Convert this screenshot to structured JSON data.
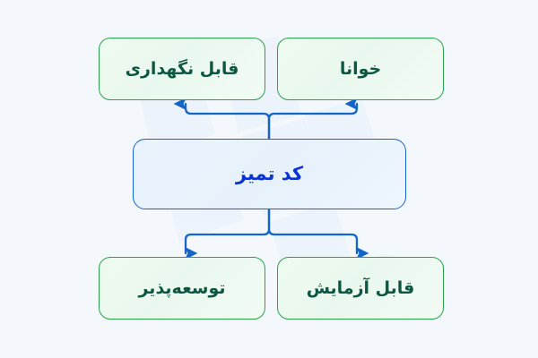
{
  "diagram": {
    "title": "کد تمیز",
    "direction": "rtl",
    "background_color": "#f4f8fc",
    "accent_blue": "#0a33d6",
    "accent_green": "#0d5742",
    "connector_color": "#1565c8",
    "nodes": [
      {
        "id": "maintainable",
        "label": "قابل نگهداری",
        "role": "attribute",
        "position": "top-left",
        "color": "#0d5742",
        "border": "#2ba14d"
      },
      {
        "id": "readable",
        "label": "خوانا",
        "role": "attribute",
        "position": "top-right",
        "color": "#0d5742",
        "border": "#2ba14d"
      },
      {
        "id": "clean-code",
        "label": "کد تمیز",
        "role": "root",
        "position": "center",
        "color": "#0a33d6",
        "border": "#1565c8"
      },
      {
        "id": "extensible",
        "label": "توسعه‌پذیر",
        "role": "attribute",
        "position": "bottom-left",
        "color": "#0d5742",
        "border": "#2ba14d"
      },
      {
        "id": "testable",
        "label": "قابل آزمایش",
        "role": "attribute",
        "position": "bottom-right",
        "color": "#0d5742",
        "border": "#2ba14d"
      }
    ],
    "connectors": [
      {
        "from": "clean-code",
        "to": "maintainable",
        "style": "bracket-up",
        "arrow": "up"
      },
      {
        "from": "clean-code",
        "to": "readable",
        "style": "bracket-up",
        "arrow": "up"
      },
      {
        "from": "clean-code",
        "to": "extensible",
        "style": "bracket-down",
        "arrow": "down"
      },
      {
        "from": "clean-code",
        "to": "testable",
        "style": "bracket-down",
        "arrow": "down"
      }
    ]
  }
}
